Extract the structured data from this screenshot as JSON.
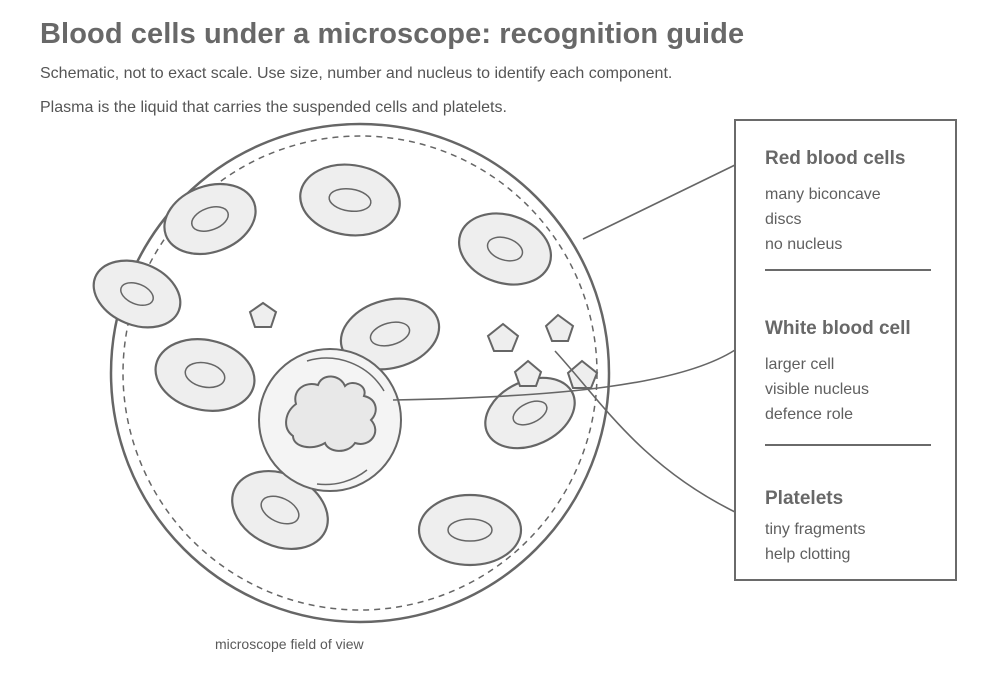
{
  "title": "Blood cells under a microscope: recognition guide",
  "subtitle": "Schematic, not to exact scale. Use size, number and nucleus to identify each component.",
  "plasma_note": "Plasma is the liquid that carries the suspended cells and platelets.",
  "field_caption": "microscope field of view",
  "legend": {
    "red": {
      "heading": "Red blood cells",
      "lines": [
        "many biconcave",
        "discs",
        "no nucleus"
      ]
    },
    "white": {
      "heading": "White blood cell",
      "lines": [
        "larger cell",
        "visible nucleus",
        "defence role"
      ]
    },
    "platelets": {
      "heading": "Platelets",
      "lines": [
        "tiny fragments",
        "help clotting"
      ]
    }
  },
  "colors": {
    "stroke": "#666666",
    "cell_fill": "#eeeeee",
    "background": "#ffffff"
  }
}
